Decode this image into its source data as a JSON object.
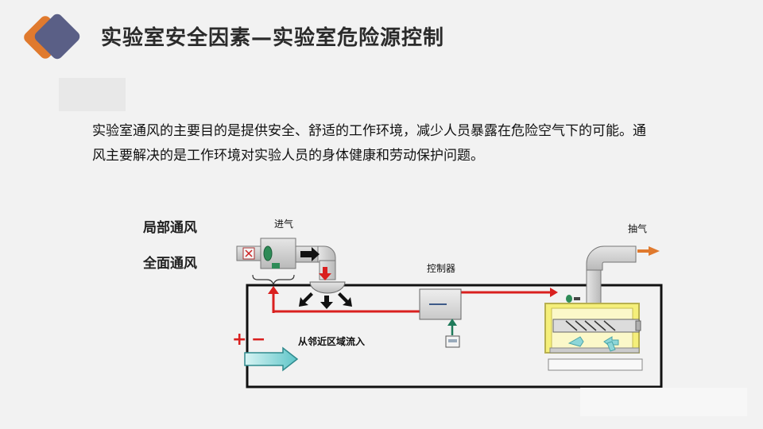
{
  "slide": {
    "title": "实验室安全因素—实验室危险源控制",
    "paragraph_line1": "实验室通风的主要目的是提供安全、舒适的工作环境，减少人员暴露在危险空气下的可能。通",
    "paragraph_line2": "风主要解决的是工作环境对实验人员的身体健康和劳动保护问题。"
  },
  "labels": {
    "local": "局部通风",
    "general": "全面通风"
  },
  "diagram": {
    "intake": "进气",
    "exhaust": "抽气",
    "controller": "控制器",
    "inflow": "从邻近区域流入",
    "plus": "+",
    "minus": "−"
  },
  "colors": {
    "logo_orange": "#e07a2e",
    "logo_navy": "#5a5f86",
    "red_flow": "#d9201f",
    "hood_yellow": "#f5ef7a",
    "inflow_arrow": "#5ec5c8"
  }
}
